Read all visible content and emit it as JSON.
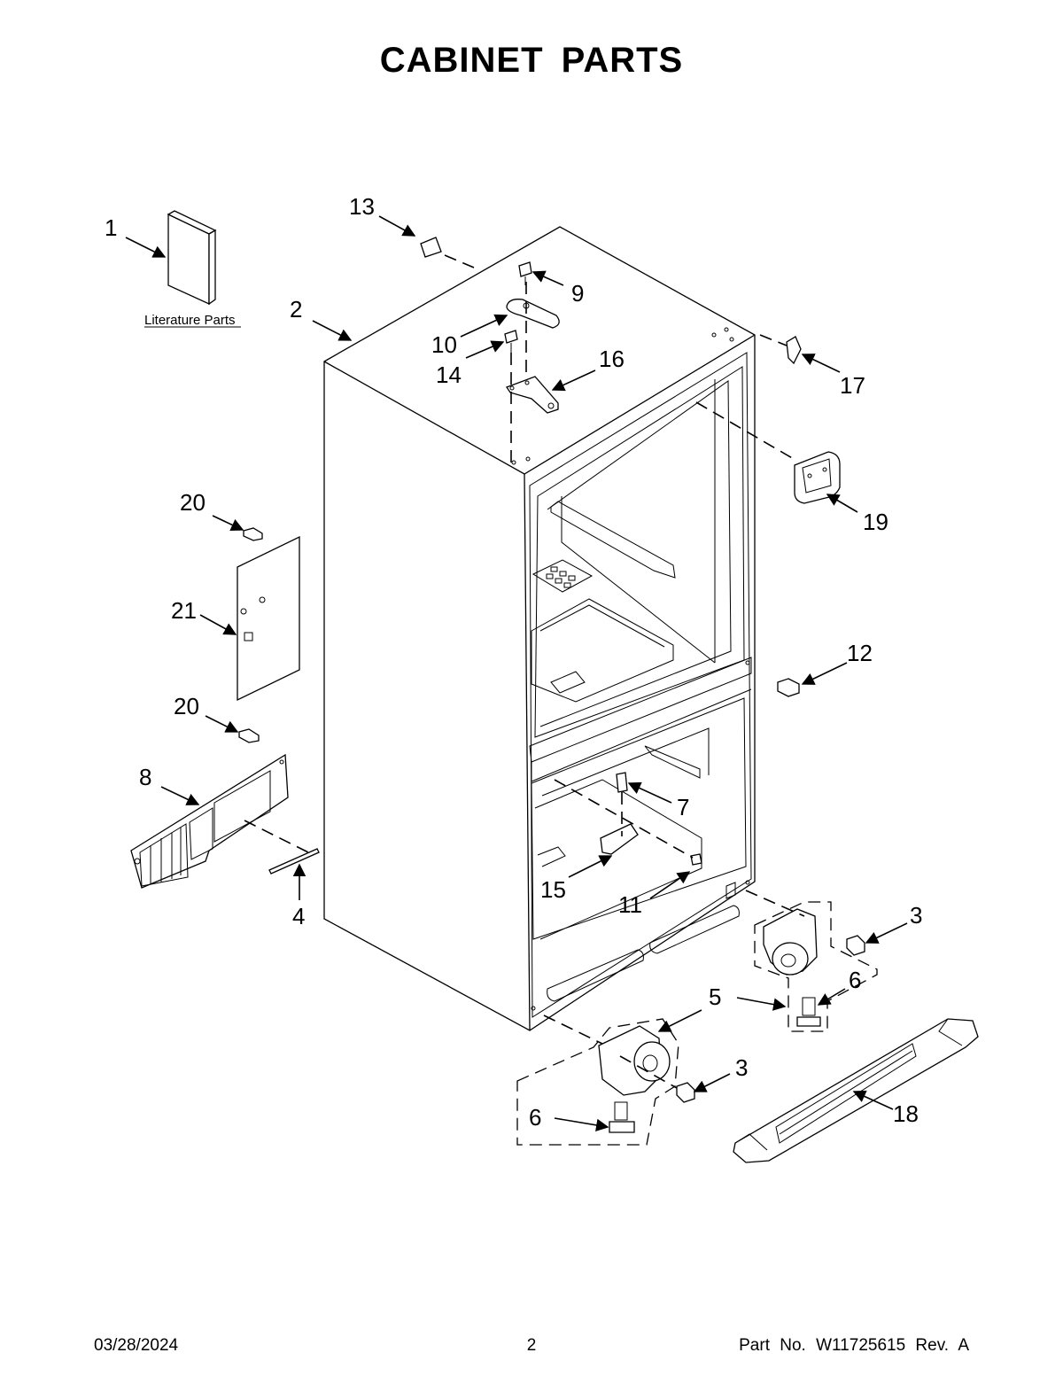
{
  "page": {
    "title": "CABINET PARTS",
    "footer_date": "03/28/2024",
    "footer_page": "2",
    "footer_part": "Part No.  W11725615   Rev.  A"
  },
  "diagram": {
    "literature_label": "Literature Parts",
    "callouts": {
      "c1": "1",
      "c2": "2",
      "c3a": "3",
      "c3b": "3",
      "c4": "4",
      "c5": "5",
      "c6a": "6",
      "c6b": "6",
      "c7": "7",
      "c8": "8",
      "c9": "9",
      "c10": "10",
      "c11": "11",
      "c12": "12",
      "c13": "13",
      "c14": "14",
      "c15": "15",
      "c16": "16",
      "c17": "17",
      "c18": "18",
      "c19": "19",
      "c20a": "20",
      "c20b": "20",
      "c21": "21"
    }
  }
}
